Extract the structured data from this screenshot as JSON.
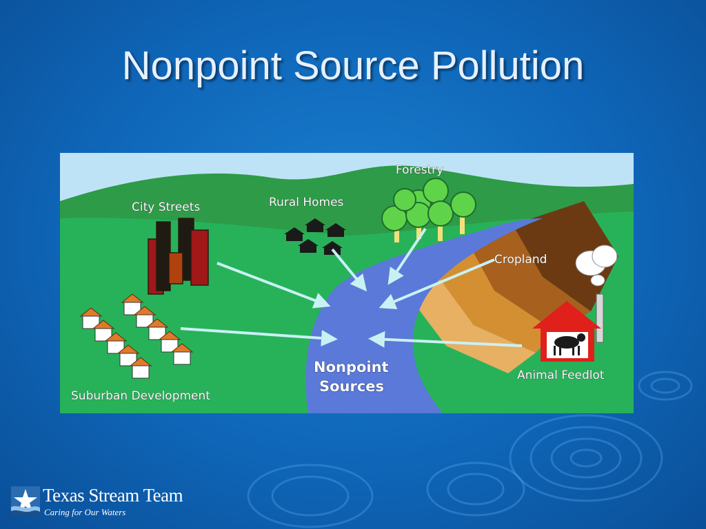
{
  "slide": {
    "title": "Nonpoint Source Pollution"
  },
  "diagram": {
    "labels": {
      "forestry": "Forestry",
      "city_streets": "City Streets",
      "rural_homes": "Rural Homes",
      "cropland": "Cropland",
      "suburban_development": "Suburban Development",
      "animal_feedlot": "Animal Feedlot",
      "nonpoint_line1": "Nonpoint",
      "nonpoint_line2": "Sources"
    },
    "icons": {
      "forestry": "tree-icon",
      "city_streets": "building-icon",
      "rural_homes": "house-icon",
      "cropland": "field-icon",
      "suburban_development": "house-row-icon",
      "animal_feedlot": "barn-cow-icon"
    },
    "colors": {
      "sky": "#bfe3f6",
      "hills": "#2e9b48",
      "grass": "#2ab35a",
      "river": "#5a79d8",
      "arrow": "#c9f1f4",
      "background": "#1a7fd0"
    }
  },
  "logo": {
    "name": "Texas Stream Team",
    "tagline": "Caring for Our Waters"
  }
}
